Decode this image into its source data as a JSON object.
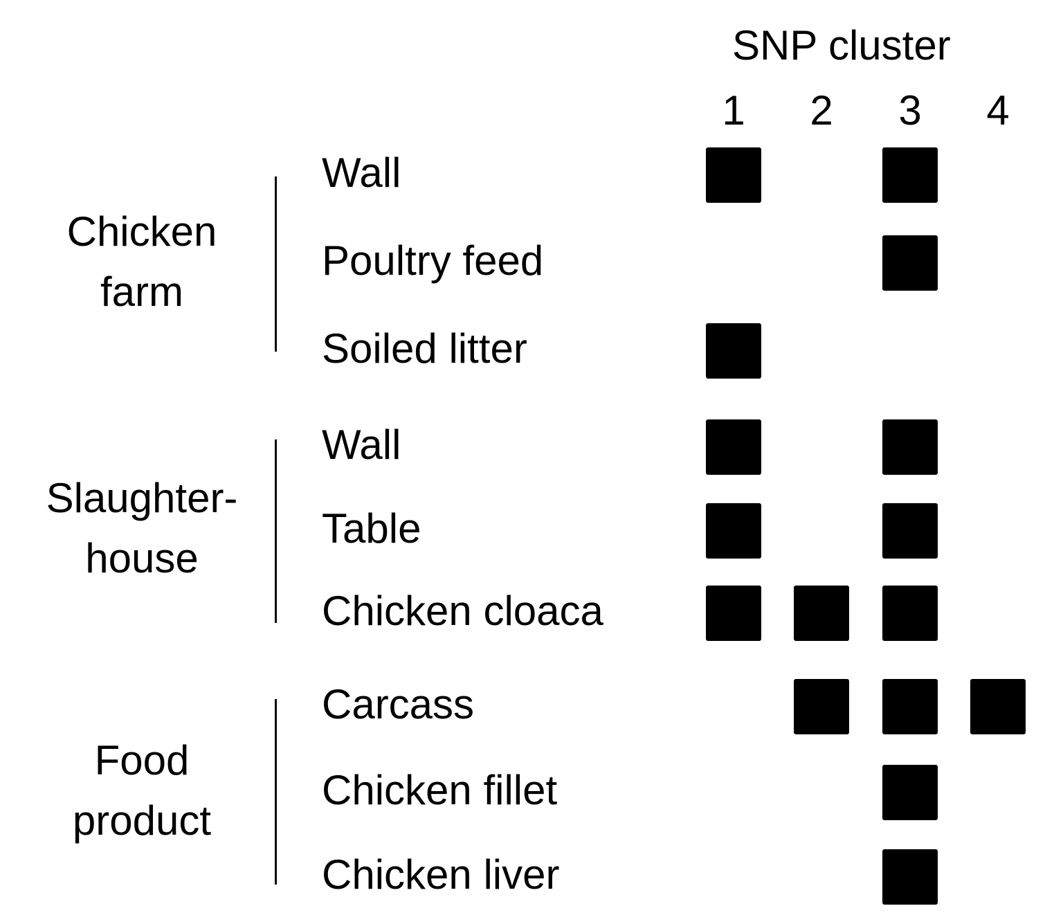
{
  "chart_data": {
    "type": "heatmap",
    "title": "SNP cluster",
    "columns": [
      "1",
      "2",
      "3",
      "4"
    ],
    "groups": [
      {
        "name": "Chicken farm",
        "lines": [
          "Chicken",
          "farm"
        ]
      },
      {
        "name": "Slaughter-house",
        "lines": [
          "Slaughter-",
          "house"
        ]
      },
      {
        "name": "Food product",
        "lines": [
          "Food",
          "product"
        ]
      }
    ],
    "rows": [
      {
        "group": 0,
        "label": "Wall",
        "values": [
          1,
          0,
          1,
          0
        ]
      },
      {
        "group": 0,
        "label": "Poultry feed",
        "values": [
          0,
          0,
          1,
          0
        ]
      },
      {
        "group": 0,
        "label": "Soiled litter",
        "values": [
          1,
          0,
          0,
          0
        ]
      },
      {
        "group": 1,
        "label": "Wall",
        "values": [
          1,
          0,
          1,
          0
        ]
      },
      {
        "group": 1,
        "label": "Table",
        "values": [
          1,
          0,
          1,
          0
        ]
      },
      {
        "group": 1,
        "label": "Chicken cloaca",
        "values": [
          1,
          1,
          1,
          0
        ]
      },
      {
        "group": 2,
        "label": "Carcass",
        "values": [
          0,
          1,
          1,
          1
        ]
      },
      {
        "group": 2,
        "label": "Chicken fillet",
        "values": [
          0,
          0,
          1,
          0
        ]
      },
      {
        "group": 2,
        "label": "Chicken liver",
        "values": [
          0,
          0,
          1,
          0
        ]
      }
    ],
    "legend": "none",
    "grid": false
  }
}
